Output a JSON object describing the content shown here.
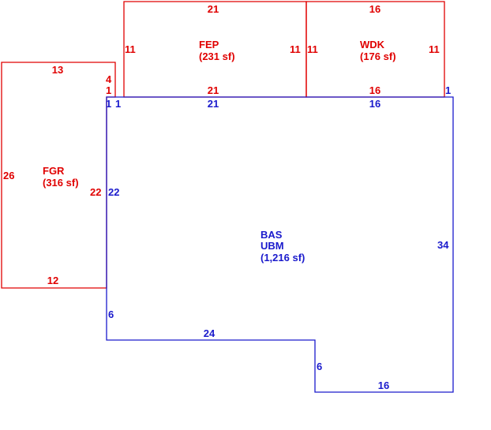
{
  "colors": {
    "accessory": "#e00000",
    "main": "#1a1acc"
  },
  "areas": {
    "fep": {
      "code": "FEP",
      "area": "(231 sf)"
    },
    "wdk": {
      "code": "WDK",
      "area": "(176 sf)"
    },
    "fgr": {
      "code": "FGR",
      "area": "(316 sf)"
    },
    "bas": {
      "code": "BAS",
      "code2": "UBM",
      "area": "(1,216 sf)"
    }
  },
  "dimensions": {
    "fep_top": "21",
    "fep_left": "11",
    "fep_right": "11",
    "fep_bottom": "21",
    "wdk_top": "16",
    "wdk_left": "11",
    "wdk_right": "11",
    "wdk_bottom": "16",
    "wdk_corner": "1",
    "fgr_top": "13",
    "fgr_left": "26",
    "fgr_right": "22",
    "fgr_bottom": "12",
    "fgr_step_4": "4",
    "fgr_step_1": "1",
    "bas_corner_1a": "1",
    "bas_corner_1b": "1",
    "bas_top_21": "21",
    "bas_top_16": "16",
    "bas_left_22": "22",
    "bas_right_34": "34",
    "bas_left_6": "6",
    "bas_bottom_24": "24",
    "bas_step_6": "6",
    "bas_bottom_16": "16"
  }
}
